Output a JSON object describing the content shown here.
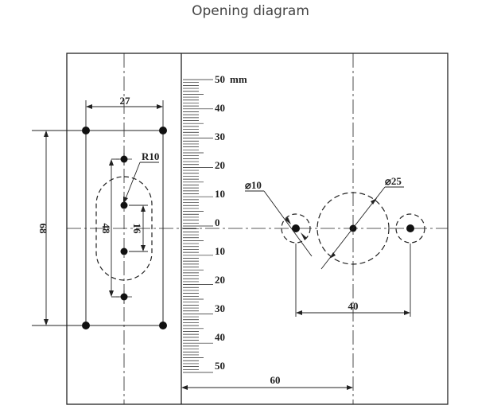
{
  "title": "Opening diagram",
  "ruler": {
    "unit": "mm",
    "upper_labels": [
      "50",
      "40",
      "30",
      "20",
      "10"
    ],
    "center_label": "0",
    "lower_labels": [
      "10",
      "20",
      "30",
      "40",
      "50"
    ]
  },
  "dimensions": {
    "width_27": "27",
    "radius": "R10",
    "slot_length": "48",
    "slot_width": "16",
    "height_68": "68",
    "dia_small": "⌀10",
    "dia_large": "⌀25",
    "spacing_40": "40",
    "offset_60": "60"
  }
}
